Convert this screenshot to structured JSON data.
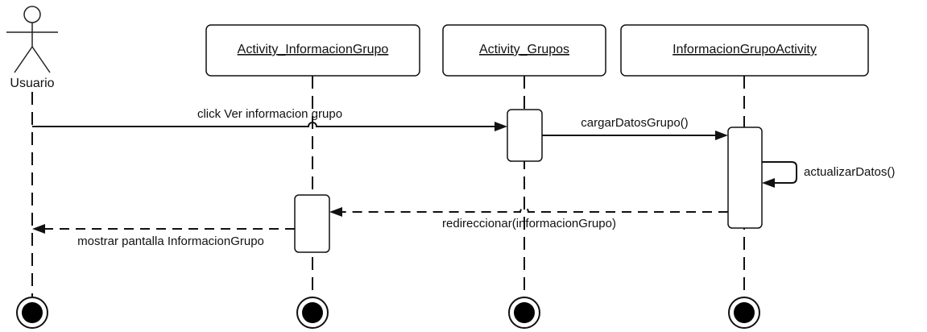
{
  "diagram": {
    "actor": {
      "name": "Usuario"
    },
    "objects": [
      {
        "name": "Activity_InformacionGrupo"
      },
      {
        "name": "Activity_Grupos"
      },
      {
        "name": "InformacionGrupoActivity"
      }
    ],
    "messages": [
      {
        "label": "click Ver informacion grupo",
        "from": "Usuario",
        "to": "Activity_Grupos",
        "style": "solid"
      },
      {
        "label": "cargarDatosGrupo()",
        "from": "Activity_Grupos",
        "to": "InformacionGrupoActivity",
        "style": "solid"
      },
      {
        "label": "actualizarDatos()",
        "from": "InformacionGrupoActivity",
        "to": "InformacionGrupoActivity",
        "style": "solid"
      },
      {
        "label": "redireccionar(informacionGrupo)",
        "from": "InformacionGrupoActivity",
        "to": "Activity_InformacionGrupo",
        "style": "dashed"
      },
      {
        "label": "mostrar pantalla InformacionGrupo",
        "from": "Activity_InformacionGrupo",
        "to": "Usuario",
        "style": "dashed"
      }
    ]
  }
}
